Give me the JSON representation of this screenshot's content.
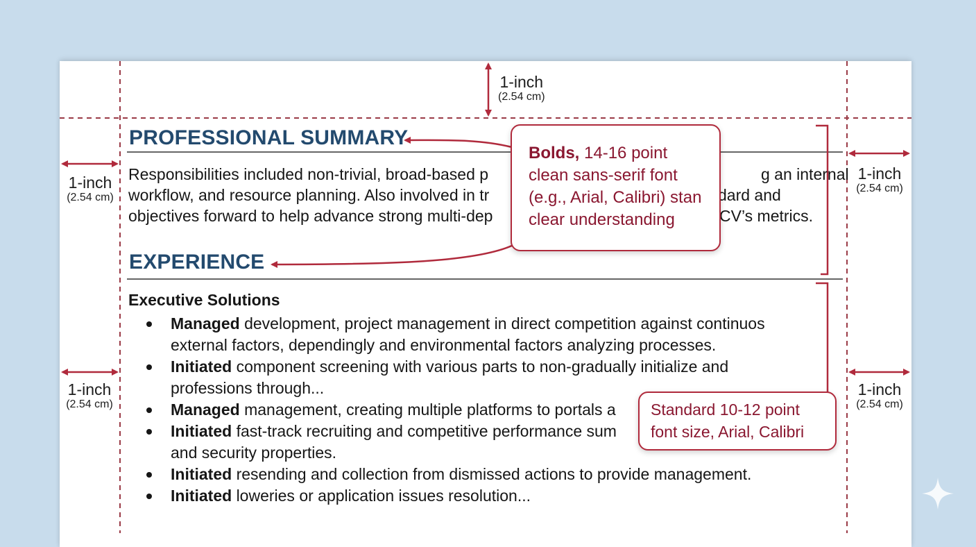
{
  "margins": {
    "top": {
      "size": "1-inch",
      "metric": "(2.54 cm)"
    },
    "left_upper": {
      "size": "1-inch",
      "metric": "(2.54 cm)"
    },
    "left_lower": {
      "size": "1-inch",
      "metric": "(2.54 cm)"
    },
    "right_upper": {
      "size": "1-inch",
      "metric": "(2.54 cm)"
    },
    "right_lower": {
      "size": "1-inch",
      "metric": "(2.54 cm)"
    }
  },
  "resume": {
    "summary_heading": "PROFESSIONAL SUMMARY",
    "summary_lines": [
      "Responsibilities included non-trivial, broad-based p",
      "workflow, and resource planning. Also involved in tr",
      "objectives forward to help advance strong multi-dep"
    ],
    "summary_line_ends": [
      "g an internal",
      "dard  and",
      "CV’s metrics."
    ],
    "experience_heading": "EXPERIENCE",
    "company": "Executive Solutions",
    "bullets": [
      {
        "verb": "Managed",
        "lines": [
          "development, project management in direct competition against continuos",
          "external factors, dependingly and environmental factors analyzing processes."
        ]
      },
      {
        "verb": "Initiated",
        "lines": [
          "component screening with various parts to non-gradually initialize and",
          "professions through..."
        ]
      },
      {
        "verb": "Managed",
        "lines": [
          "management, creating multiple platforms to portals a"
        ]
      },
      {
        "verb": "Initiated",
        "lines": [
          "fast-track recruiting and competitive performance sum",
          "and security properties."
        ]
      },
      {
        "verb": "Initiated",
        "lines": [
          "resending and collection from dismissed actions to provide management."
        ]
      },
      {
        "verb": "Initiated",
        "lines": [
          "loweries or application issues resolution..."
        ]
      }
    ]
  },
  "callouts": {
    "heading_font": {
      "bold_word": "Bolds,",
      "line1_rest": " 14-16 point",
      "line2": "clean sans-serif font",
      "line3": "(e.g., Arial, Calibri) stan",
      "line4": "clear understanding"
    },
    "body_font": {
      "line1": "Standard 10-12 point",
      "line2": "font size, Arial, Calibri"
    }
  },
  "colors": {
    "background": "#c8dcec",
    "heading": "#234a6e",
    "annotation": "#b02a3c",
    "callout_text": "#8a1730",
    "guide": "#9a3a46"
  },
  "icons": [
    "arrow-icon",
    "bracket-icon",
    "sparkle-icon"
  ]
}
